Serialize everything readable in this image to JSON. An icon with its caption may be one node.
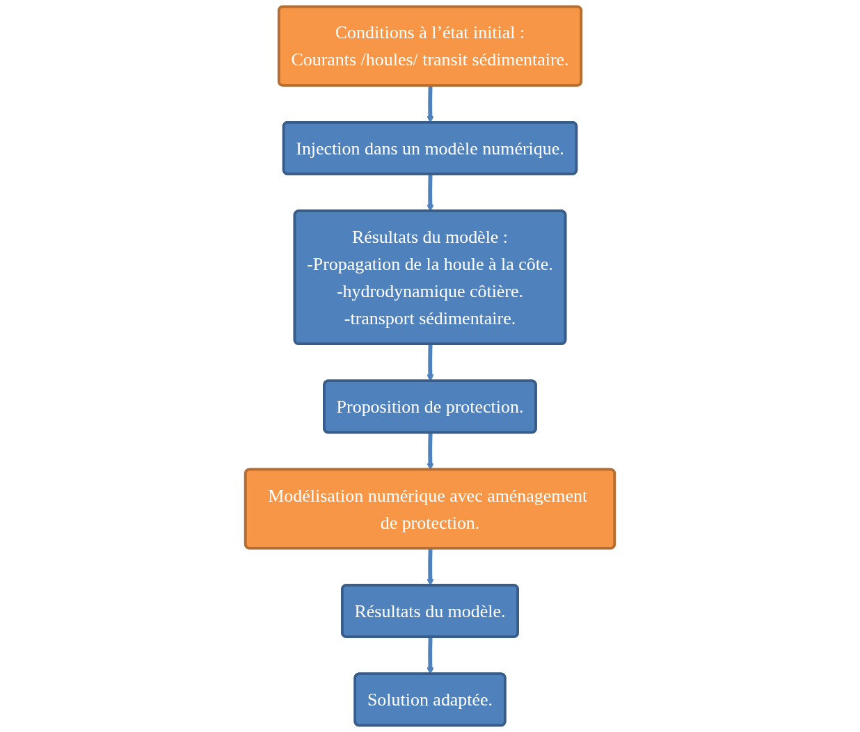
{
  "diagram": {
    "nodes": [
      {
        "text": [
          "Conditions à l’état initial :",
          "Courants /houles/ transit sédimentaire."
        ]
      },
      {
        "text": [
          "Injection dans un modèle numérique."
        ]
      },
      {
        "text": [
          "Résultats du modèle :",
          "-Propagation de la houle à la côte.",
          "-hydrodynamique côtière.",
          "-transport sédimentaire."
        ]
      },
      {
        "text": [
          "Proposition de protection."
        ]
      },
      {
        "text": [
          "Modélisation numérique avec aménagement de protection."
        ]
      },
      {
        "text": [
          "Résultats du modèle."
        ]
      },
      {
        "text": [
          "Solution adaptée."
        ]
      }
    ],
    "edges": [
      {
        "from": 0,
        "to": 1,
        "arrow": "to"
      },
      {
        "from": 1,
        "to": 2,
        "arrow": "to"
      },
      {
        "from": 2,
        "to": 3,
        "arrow": "to"
      },
      {
        "from": 3,
        "to": 4,
        "arrow": "to"
      },
      {
        "from": 4,
        "to": 5,
        "arrow": "to"
      },
      {
        "from": 5,
        "to": 6,
        "arrow": "to"
      }
    ]
  }
}
